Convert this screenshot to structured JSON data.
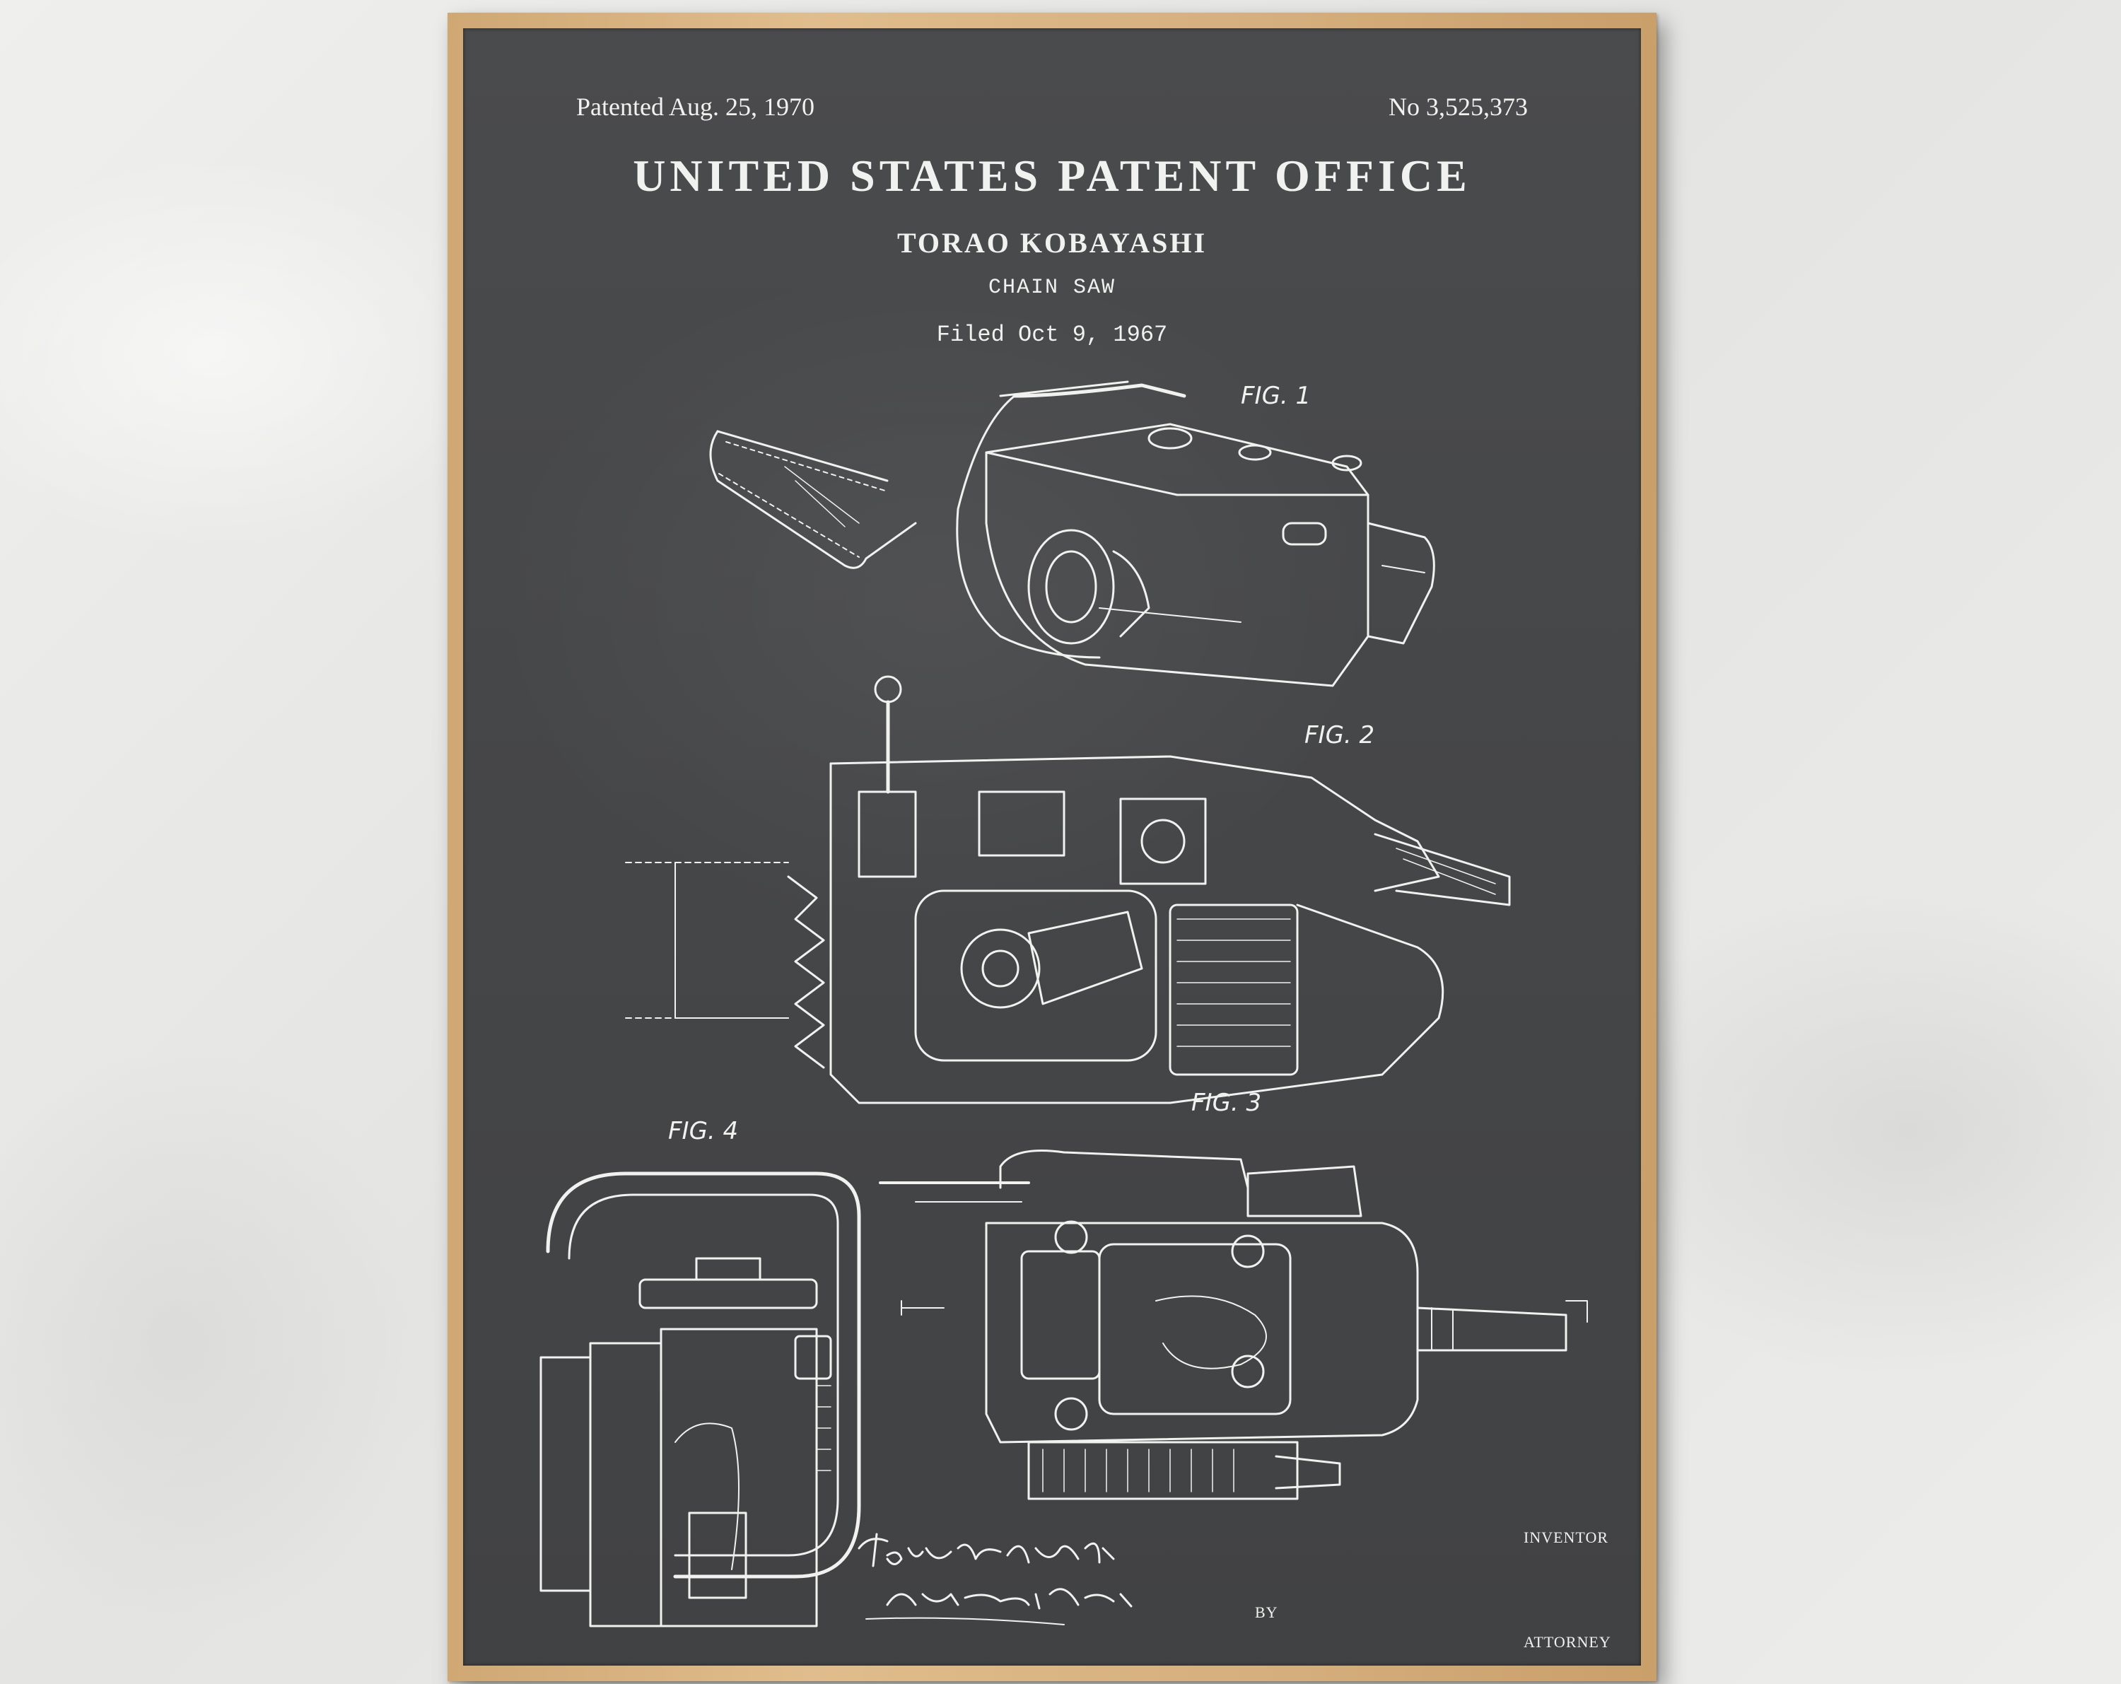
{
  "header": {
    "patented": "Patented Aug. 25, 1970",
    "number": "No 3,525,373",
    "office": "UNITED STATES PATENT OFFICE",
    "inventor": "TORAO KOBAYASHI",
    "title": "CHAIN SAW",
    "filed": "Filed Oct 9, 1967"
  },
  "figures": {
    "fig1": "FIG. 1",
    "fig2": "FIG. 2",
    "fig3": "FIG. 3",
    "fig4": "FIG. 4"
  },
  "signature": {
    "inventor_label": "INVENTOR",
    "by_label": "BY",
    "attorney_label": "ATTORNEY"
  },
  "colors": {
    "frame": "#d6b07e",
    "poster": "#454648",
    "ink": "#f1f1ef"
  }
}
